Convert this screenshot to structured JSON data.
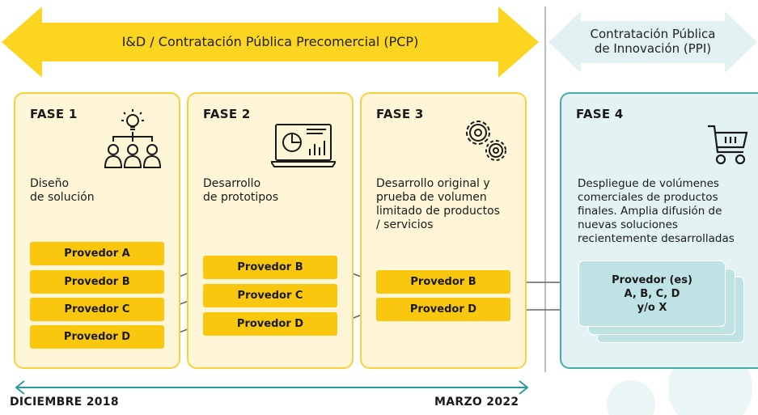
{
  "banner_left": {
    "text": "I&D / Contratación Pública Precomercial (PCP)"
  },
  "banner_right": {
    "line1": "Contratación Pública",
    "line2": "de Innovación (PPI)"
  },
  "phases": [
    {
      "title": "FASE 1",
      "desc": "Diseño\nde solución",
      "icon": "team-idea-icon"
    },
    {
      "title": "FASE 2",
      "desc": "Desarrollo\nde prototipos",
      "icon": "monitor-chart-icon"
    },
    {
      "title": "FASE 3",
      "desc": "Desarrollo original y\nprueba de volumen\nlimitado de productos\n/ servicios",
      "icon": "gears-icon"
    },
    {
      "title": "FASE 4",
      "desc": "Despliegue de volúmenes\ncomerciales de productos\nfinales. Amplia difusión de\nnuevas soluciones\nrecientemente desarrolladas",
      "icon": "shopping-cart-icon"
    }
  ],
  "phase1_providers": [
    "Provedor A",
    "Provedor B",
    "Provedor C",
    "Provedor D"
  ],
  "phase2_providers": [
    "Provedor B",
    "Provedor C",
    "Provedor D"
  ],
  "phase3_providers": [
    "Provedor B",
    "Provedor D"
  ],
  "phase4_provider": {
    "line1": "Provedor (es)",
    "line2": "A, B, C, D",
    "line3": "y/o X"
  },
  "timeline": {
    "start": "DICIEMBRE 2018",
    "end": "MARZO 2022"
  },
  "colors": {
    "yellow": "#f9c80e",
    "yellow_light": "#fef6d6",
    "teal": "#4aa9ab",
    "teal_light": "#e3f2f3",
    "arrow_gray": "#555555"
  }
}
